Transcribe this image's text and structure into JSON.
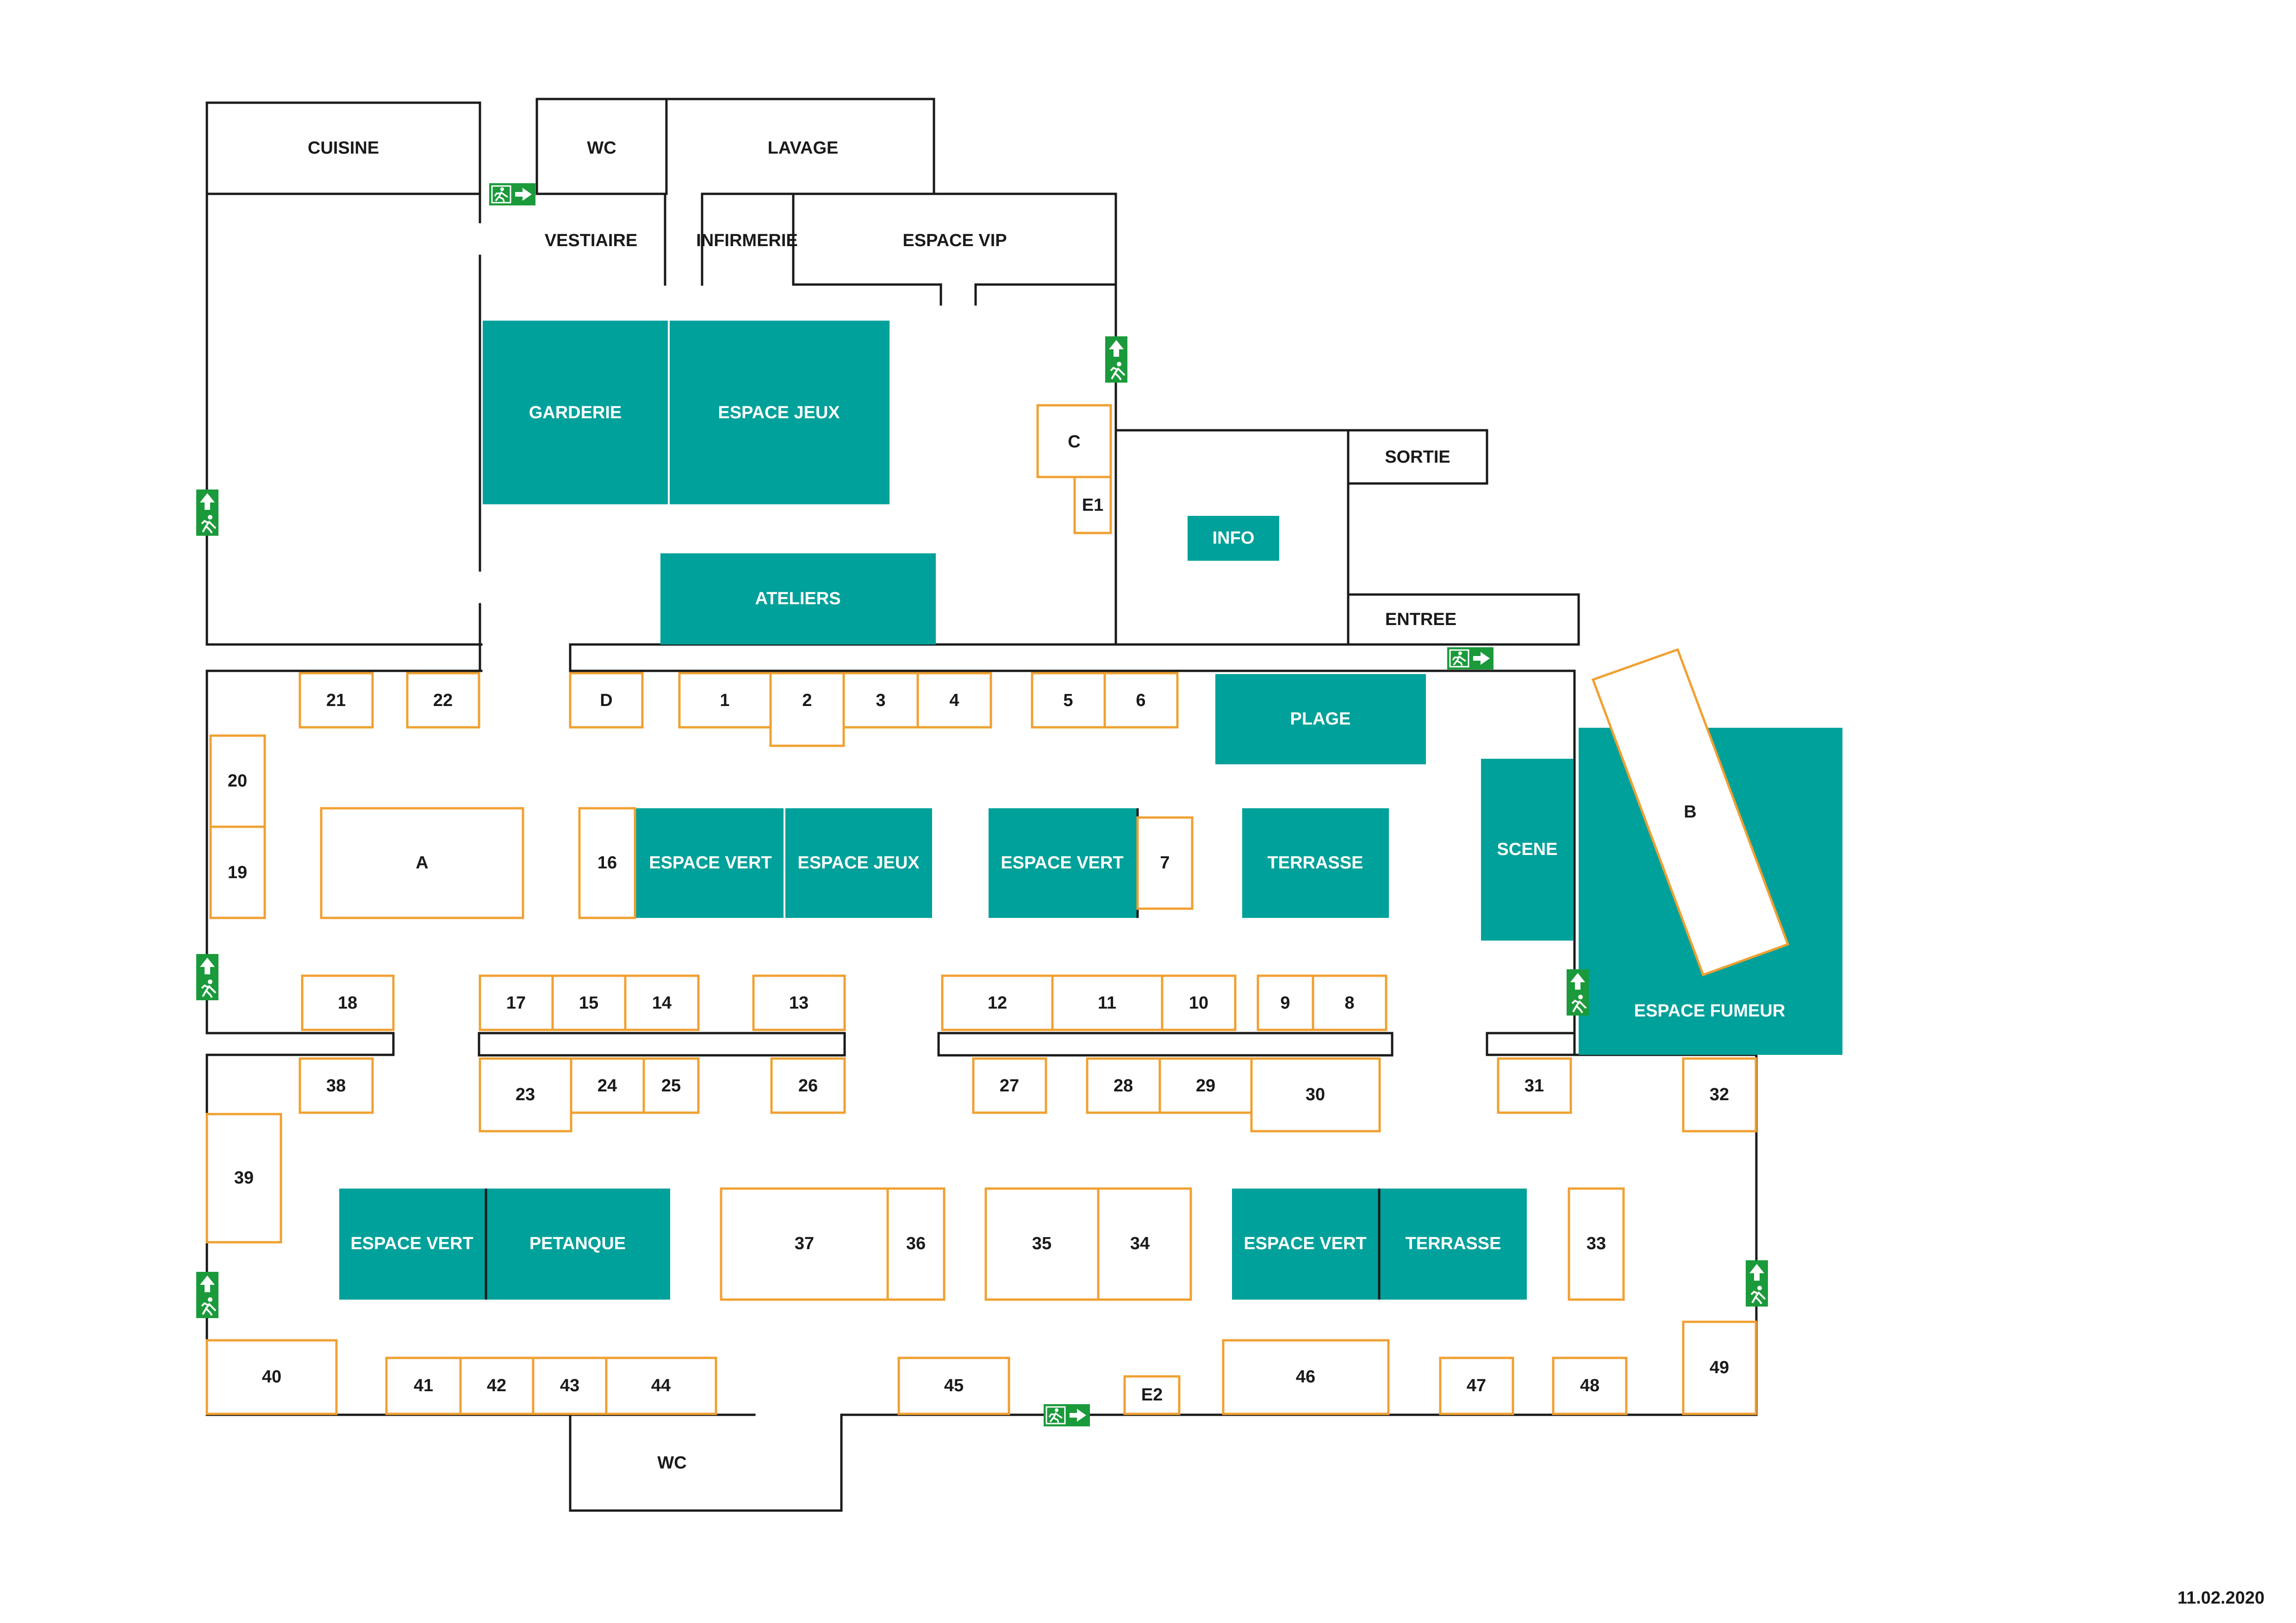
{
  "rooms": {
    "cuisine": "CUISINE",
    "wc_top": "WC",
    "lavage": "LAVAGE",
    "vestiaire": "VESTIAIRE",
    "infirmerie": "INFIRMERIE",
    "espace_vip": "ESPACE VIP",
    "sortie": "SORTIE",
    "entree": "ENTREE",
    "wc_bottom": "WC"
  },
  "zones": {
    "garderie": "GARDERIE",
    "espace_jeux_top": "ESPACE JEUX",
    "ateliers": "ATELIERS",
    "info": "INFO",
    "plage": "PLAGE",
    "espace_vert_1": "ESPACE VERT",
    "espace_jeux_mid": "ESPACE JEUX",
    "espace_vert_2": "ESPACE VERT",
    "terrasse_1": "TERRASSE",
    "scene": "SCENE",
    "espace_fumeur": "ESPACE FUMEUR",
    "espace_vert_3": "ESPACE VERT",
    "petanque": "PETANQUE",
    "espace_vert_4": "ESPACE VERT",
    "terrasse_2": "TERRASSE"
  },
  "stands": {
    "s1": "1",
    "s2": "2",
    "s3": "3",
    "s4": "4",
    "s5": "5",
    "s6": "6",
    "s7": "7",
    "s8": "8",
    "s9": "9",
    "s10": "10",
    "s11": "11",
    "s12": "12",
    "s13": "13",
    "s14": "14",
    "s15": "15",
    "s16": "16",
    "s17": "17",
    "s18": "18",
    "s19": "19",
    "s20": "20",
    "s21": "21",
    "s22": "22",
    "s23": "23",
    "s24": "24",
    "s25": "25",
    "s26": "26",
    "s27": "27",
    "s28": "28",
    "s29": "29",
    "s30": "30",
    "s31": "31",
    "s32": "32",
    "s33": "33",
    "s34": "34",
    "s35": "35",
    "s36": "36",
    "s37": "37",
    "s38": "38",
    "s39": "39",
    "s40": "40",
    "s41": "41",
    "s42": "42",
    "s43": "43",
    "s44": "44",
    "s45": "45",
    "s46": "46",
    "s47": "47",
    "s48": "48",
    "s49": "49",
    "sA": "A",
    "sB": "B",
    "sC": "C",
    "sD": "D",
    "sE1": "E1",
    "sE2": "E2"
  },
  "date": "11.02.2020",
  "icons": {
    "emergency_exit": "emergency-exit-icon"
  },
  "colors": {
    "zone": "#00a19a",
    "stand_border": "#f0a032",
    "wall": "#1a1a1a",
    "exit_sign": "#1a9a3a"
  }
}
